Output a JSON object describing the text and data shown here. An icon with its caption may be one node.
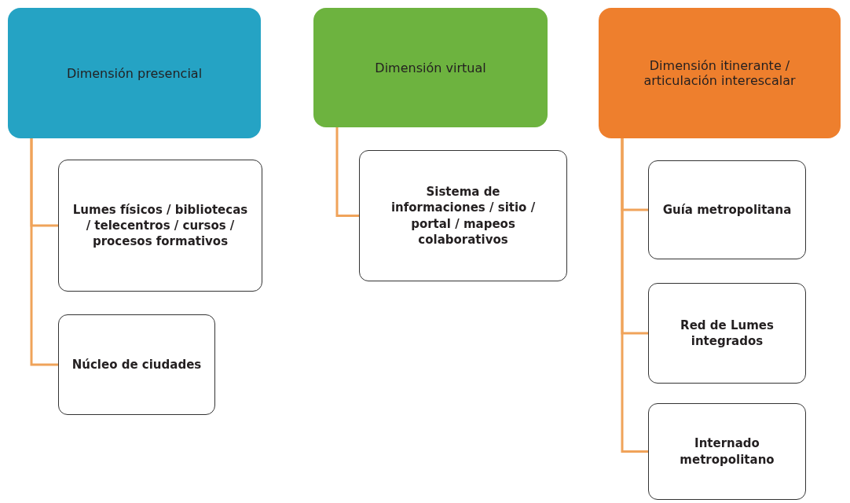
{
  "diagram": {
    "nodes": [
      {
        "text": [
          "Dimensión presencial"
        ]
      },
      {
        "text": [
          "Lumes físicos / bibliotecas / telecentros / cursos / procesos formativos"
        ]
      },
      {
        "text": [
          "Núcleo de ciudades"
        ]
      },
      {
        "text": [
          "Dimensión virtual"
        ]
      },
      {
        "text": [
          "Sistema de informaciones / sitio / portal / mapeos colaborativos"
        ]
      },
      {
        "text": [
          "Dimensión itinerante / articulación interescalar"
        ]
      },
      {
        "text": [
          "Guía metropolitana"
        ]
      },
      {
        "text": [
          "Red de Lumes integrados"
        ]
      },
      {
        "text": [
          "Internado metropolitano"
        ]
      }
    ],
    "edges": [
      {
        "from": 0,
        "to": 1,
        "arrow": "none"
      },
      {
        "from": 0,
        "to": 2,
        "arrow": "none"
      },
      {
        "from": 3,
        "to": 4,
        "arrow": "none"
      },
      {
        "from": 5,
        "to": 6,
        "arrow": "none"
      },
      {
        "from": 5,
        "to": 7,
        "arrow": "none"
      },
      {
        "from": 5,
        "to": 8,
        "arrow": "none"
      }
    ]
  }
}
